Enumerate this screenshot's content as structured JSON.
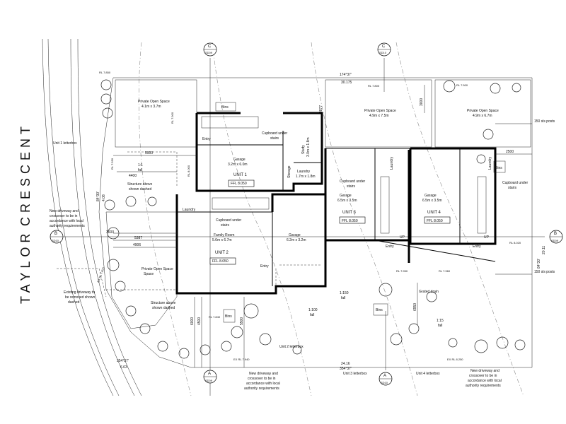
{
  "street": {
    "taylor": "TAYLOR",
    "crescent": "CRESCENT"
  },
  "bearings": {
    "top_bearing": "174°37'",
    "top_length": "30.175",
    "right_bearing": "84°30'",
    "right_length": "20.11",
    "left_bearing": "84°30'",
    "left_length": "4.08",
    "bottom_right_bearing": "354°37'",
    "bottom_right_length": "24.16",
    "bottom_left_bearing": "354°37'",
    "bottom_left_length": "6.63"
  },
  "sections": [
    {
      "letter": "C",
      "code": "SD09"
    },
    {
      "letter": "C",
      "code": "SD10"
    },
    {
      "letter": "B",
      "code": "SD10"
    },
    {
      "letter": "B",
      "code": "SD09"
    },
    {
      "letter": "A",
      "code": "SD09"
    },
    {
      "letter": "A",
      "code": "SD10"
    }
  ],
  "open_spaces": {
    "pos1": {
      "title": "Private Open Space",
      "dims": "4.1m x 3.7m"
    },
    "pos3": {
      "title": "Private Open Space",
      "dims": "4.9m x 7.5m"
    },
    "pos4": {
      "title": "Private Open Space",
      "dims": "4.9m x 6.7m"
    },
    "pos2": {
      "title": "Private Open Space",
      "dims": ""
    },
    "pos2_line2": "Space"
  },
  "units": {
    "unit1": {
      "name": "UNIT 1",
      "ffl": "FFL 8.050",
      "garage_title": "Garage",
      "garage_dims": "3.2m x 6.0m"
    },
    "unit2": {
      "name": "UNIT 2",
      "ffl": "FFL 8.050",
      "family_title": "Family Room",
      "family_dims": "5.6m x 6.7m",
      "garage_title": "Garage",
      "garage_dims": "6.2m x 3.2m"
    },
    "unit3": {
      "name": "UNIT 3",
      "ffl": "FFL 8.050",
      "garage_title": "Garage",
      "garage_dims": "6.5m x 3.5m"
    },
    "unit4": {
      "name": "UNIT 4",
      "ffl": "FFL 8.050",
      "garage_title": "Garage",
      "garage_dims": "6.5m x 3.5m"
    }
  },
  "rooms": {
    "bins": "Bins",
    "entry": "Entry",
    "storage": "Storage",
    "laundry": "Laundry",
    "laundry_dims": "1.7m x 1.8m",
    "study": "Study",
    "study_dims": "3.0m x 1.8m",
    "cupboard": "Cupboard under stairs",
    "cupboard_l1": "Cupboard under",
    "cupboard_l2": "stairs",
    "up": "UP"
  },
  "notes": {
    "unit1_letterbox": "Unit 1 letterbox",
    "unit2_letterbox": "Unit 2 letterbox",
    "unit3_letterbox": "Unit 3 letterbox",
    "unit4_letterbox": "Unit 4 letterbox",
    "structure_above": "Structure above",
    "shown_dashed": "shown dashed",
    "new_driveway_1": "New driveway and",
    "new_driveway_2": "crossover to be in",
    "new_driveway_3": "accordance with local",
    "new_driveway_4": "authority requirements",
    "existing_driveway_1": "Existing driveway to",
    "existing_driveway_2": "be removed shown",
    "existing_driveway_3": "dashed",
    "sls_posts": "150 sls posts",
    "grated_drain": "Grated drain",
    "fall_1_150": "1:150",
    "fall_1_100": "1:100",
    "fall_1_15": "1:15",
    "fall": "fall"
  },
  "dimensions": {
    "d5900": "5900",
    "d4400": "4400",
    "d3600": "3600",
    "d5387": "5387",
    "d4906": "4906",
    "d2500": "2500",
    "d3000": "3000",
    "d4877": "4877",
    "d6950": "6950",
    "d4500": "4500",
    "d5500": "5500",
    "d6000": "6000",
    "d11": "1:1",
    "d_fall": "fall"
  },
  "levels": {
    "rl7850": "RL 7.850",
    "rl7800": "RL 7.800",
    "rl7900": "RL 7.900",
    "rl8000": "RL 8.000",
    "rl7500": "RL 7.500",
    "rl7550": "RL 7.550",
    "rl7960": "RL 7.960",
    "rl7840": "RL 7.840",
    "rl7950": "RL 7.950",
    "rl8020": "RL 8.020",
    "rl8250": "EX RL 8.250",
    "rl7940": "EX RL 7.940",
    "rl7600": "EX RL 7.600"
  }
}
